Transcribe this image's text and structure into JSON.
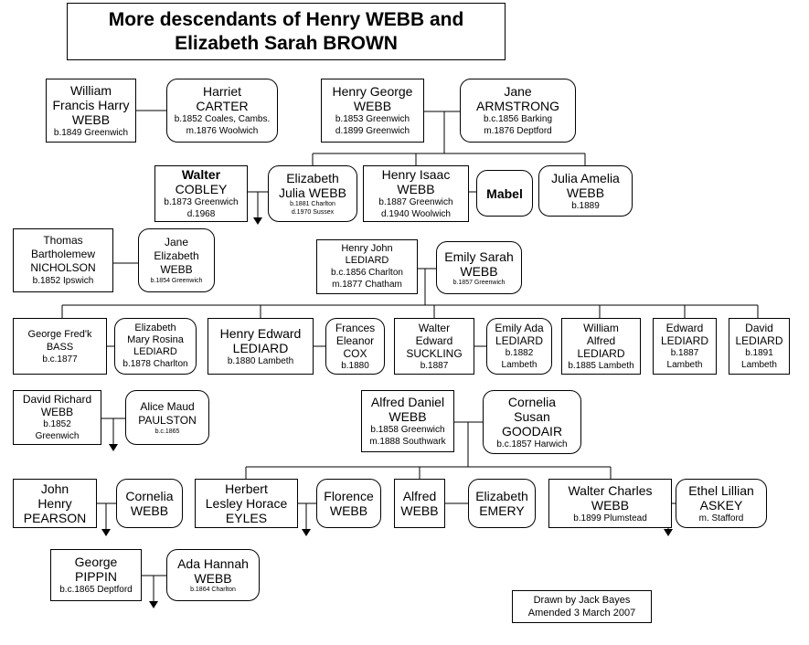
{
  "title": {
    "line1": "More descendants of Henry WEBB and",
    "line2": "Elizabeth Sarah BROWN"
  },
  "people": {
    "william_webb": [
      "William",
      "Francis Harry",
      "WEBB",
      "b.1849 Greenwich"
    ],
    "harriet_carter": [
      "Harriet",
      "CARTER",
      "b.1852 Coales, Cambs.",
      "m.1876  Woolwich"
    ],
    "henry_george_webb": [
      "Henry George",
      "WEBB",
      "b.1853 Greenwich",
      "d.1899 Greenwich"
    ],
    "jane_armstrong": [
      "Jane",
      "ARMSTRONG",
      "b.c.1856 Barking",
      "m.1876 Deptford"
    ],
    "walter_cobley": [
      "Walter",
      "COBLEY",
      "b.1873 Greenwich",
      "d.1968"
    ],
    "elizabeth_julia_webb": [
      "Elizabeth",
      "Julia WEBB",
      "b.1881 Charlton",
      "d.1970 Sussex"
    ],
    "henry_isaac_webb": [
      "Henry Isaac",
      "WEBB",
      "b.1887 Greenwich",
      "d.1940 Woolwich"
    ],
    "mabel": [
      "Mabel"
    ],
    "julia_amelia_webb": [
      "Julia Amelia",
      "WEBB",
      "b.1889"
    ],
    "thomas_nicholson": [
      "Thomas",
      "Bartholemew",
      "NICHOLSON",
      "b.1852 Ipswich"
    ],
    "jane_elizabeth_webb": [
      "Jane",
      "Elizabeth",
      "WEBB",
      "b.1854 Greenwich"
    ],
    "henry_john_lediard": [
      "Henry John",
      "LEDIARD",
      "b.c.1856 Charlton",
      "m.1877 Chatham"
    ],
    "emily_sarah_webb": [
      "Emily Sarah",
      "WEBB",
      "b.1857 Greenwich"
    ],
    "george_bass": [
      "George Fred'k",
      "BASS",
      "b.c.1877"
    ],
    "elizabeth_mary_lediard": [
      "Elizabeth",
      "Mary Rosina",
      "LEDIARD",
      "b.1878 Charlton"
    ],
    "henry_edward_lediard": [
      "Henry Edward",
      "LEDIARD",
      "b.1880 Lambeth"
    ],
    "frances_cox": [
      "Frances",
      "Eleanor",
      "COX",
      "b.1880"
    ],
    "walter_suckling": [
      "Walter",
      "Edward",
      "SUCKLING",
      "b.1887"
    ],
    "emily_ada_lediard": [
      "Emily Ada",
      "LEDIARD",
      "b.1882",
      "Lambeth"
    ],
    "william_alfred_lediard": [
      "William",
      "Alfred",
      "LEDIARD",
      "b.1885 Lambeth"
    ],
    "edward_lediard": [
      "Edward",
      "LEDIARD",
      "b.1887",
      "Lambeth"
    ],
    "david_lediard": [
      "David",
      "LEDIARD",
      "b.1891",
      "Lambeth"
    ],
    "david_richard_webb": [
      "David Richard",
      "WEBB",
      "b.1852",
      "Greenwich"
    ],
    "alice_paulston": [
      "Alice Maud",
      "PAULSTON",
      "b.c.1865"
    ],
    "alfred_daniel_webb": [
      "Alfred Daniel",
      "WEBB",
      "b.1858 Greenwich",
      "m.1888 Southwark"
    ],
    "cornelia_goodair": [
      "Cornelia",
      "Susan",
      "GOODAIR",
      "b.c.1857 Harwich"
    ],
    "john_pearson": [
      "John",
      "Henry",
      "PEARSON"
    ],
    "cornelia_webb": [
      "Cornelia",
      "WEBB"
    ],
    "herbert_eyles": [
      "Herbert",
      "Lesley Horace",
      "EYLES"
    ],
    "florence_webb": [
      "Florence",
      "WEBB"
    ],
    "alfred_webb": [
      "Alfred",
      "WEBB"
    ],
    "elizabeth_emery": [
      "Elizabeth",
      "EMERY"
    ],
    "walter_charles_webb": [
      "Walter Charles",
      "WEBB",
      "b.1899 Plumstead"
    ],
    "ethel_askey": [
      "Ethel Lillian",
      "ASKEY",
      "m. Stafford"
    ],
    "george_pippin": [
      "George",
      "PIPPIN",
      "b.c.1865 Deptford"
    ],
    "ada_hannah_webb": [
      "Ada Hannah",
      "WEBB",
      "b.1864 Charlton"
    ]
  },
  "credit": {
    "line1": "Drawn by Jack Bayes",
    "line2": "Amended 3 March 2007"
  }
}
